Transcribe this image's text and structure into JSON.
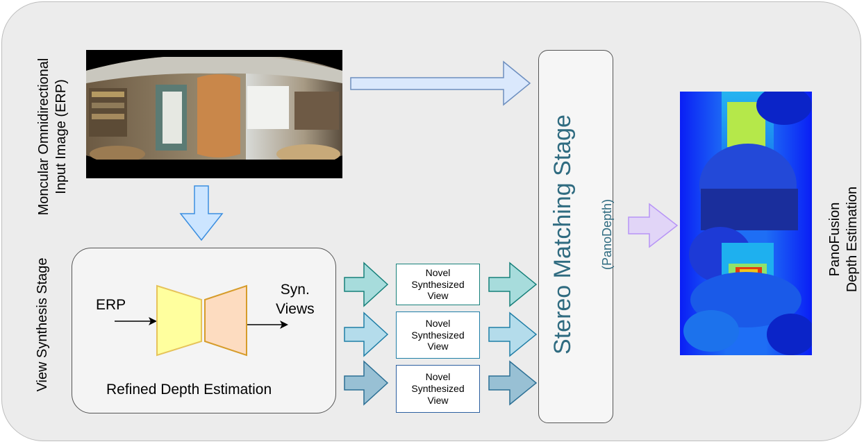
{
  "input_label": {
    "line1": "Moncular Omnidirectional",
    "line2": "Input Image (ERP)"
  },
  "view_synthesis_stage_label": "View Synthesis Stage",
  "view_synthesis_box": {
    "input_label": "ERP",
    "output_label_line1": "Syn.",
    "output_label_line2": "Views",
    "caption": "Refined Depth Estimation"
  },
  "novel_views": [
    {
      "line1": "Novel",
      "line2": "Synthesized",
      "line3": "View"
    },
    {
      "line1": "Novel",
      "line2": "Synthesized",
      "line3": "View"
    },
    {
      "line1": "Novel",
      "line2": "Synthesized",
      "line3": "View"
    }
  ],
  "stereo_stage": {
    "title": "Stereo Matching Stage",
    "subtitle": "(PanoDepth)"
  },
  "output_label": {
    "line1": "PanoFusion",
    "line2": "Depth Estimation"
  },
  "colors": {
    "panel_bg": "#ececec",
    "stereo_text": "#2f6b80",
    "arrow_blue_fill": "#dae8fc",
    "arrow_blue_stroke": "#6c8ebf",
    "arrow_down_fill": "#cce5ff",
    "arrow_down_stroke": "#3b8ee0",
    "arrow_teal1_fill": "#a7dcdc",
    "arrow_teal1_stroke": "#16807a",
    "arrow_teal2_fill": "#b4dceb",
    "arrow_teal2_stroke": "#1f7ea6",
    "arrow_teal3_fill": "#98c0d4",
    "arrow_teal3_stroke": "#2b6f94",
    "arrow_purple_fill": "#e1d5f7",
    "arrow_purple_stroke": "#b794f6",
    "encoder_fill": "#ffff9e",
    "encoder_stroke": "#e6c35a",
    "decoder_fill": "#fddcc0",
    "decoder_stroke": "#d69c2a"
  }
}
